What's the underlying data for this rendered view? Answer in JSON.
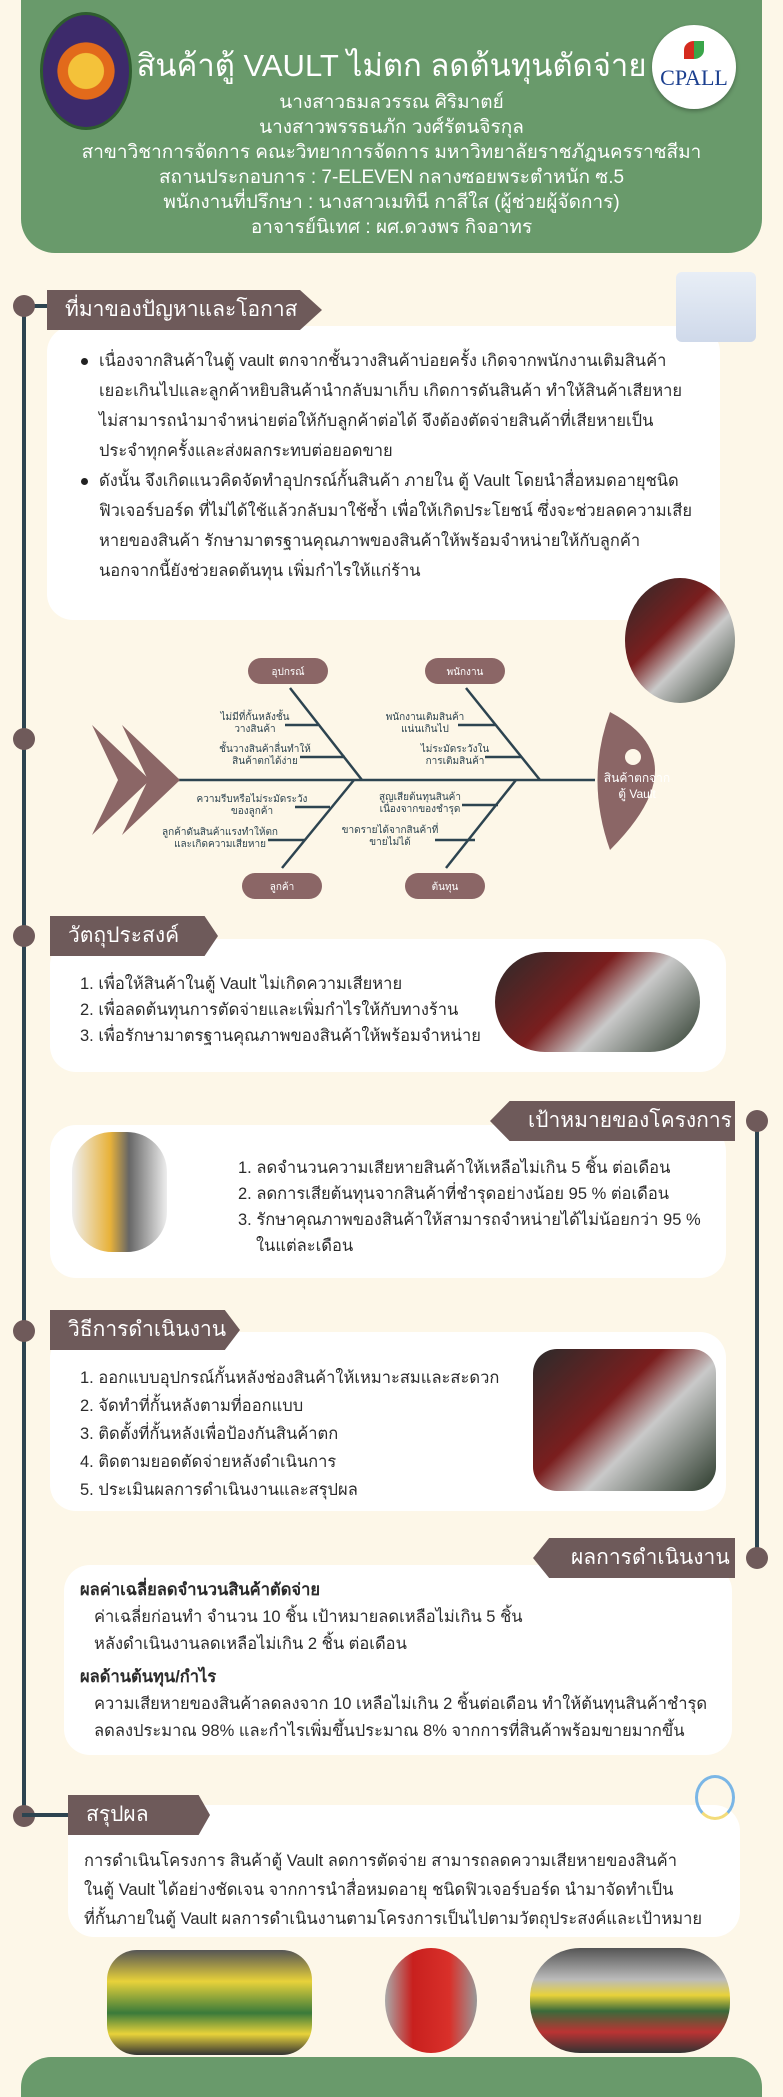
{
  "header": {
    "title": "สินค้าตู้ VAULT ไม่ตก ลดต้นทุนตัดจ่าย",
    "lines": [
      "นางสาวธมลวรรณ ศิริมาตย์",
      "นางสาวพรรธนภัก วงศ์รัตนจิรกุล",
      "สาขาวิชาการจัดการ คณะวิทยาการจัดการ มหาวิทยาลัยราชภัฏนครราชสีมา",
      "สถานประกอบการ : 7-ELEVEN กลางซอยพระตำหนัก ซ.5",
      "พนักงานที่ปรึกษา : นางสาวเมทินี กาสีใส (ผู้ช่วยผู้จัดการ)",
      "อาจารย์นิเทศ : ผศ.ดวงพร กิจอาทร"
    ],
    "right_logo": "CPALL"
  },
  "background": {
    "title": "ที่มาของปัญหาและโอกาส",
    "bullets": [
      "เนื่องจากสินค้าในตู้ vault ตกจากชั้นวางสินค้าบ่อยครั้ง เกิดจากพนักงานเติมสินค้าเยอะเกินไปและลูกค้าหยิบสินค้านำกลับมาเก็บ เกิดการดันสินค้า ทำให้สินค้าเสียหายไม่สามารถนำมาจำหน่ายต่อให้กับลูกค้าต่อได้ จึงต้องตัดจ่ายสินค้าที่เสียหายเป็นประจำทุกครั้งและส่งผลกระทบต่อยอดขาย",
      "ดังนั้น จึงเกิดแนวคิดจัดทำอุปกรณ์กั้นสินค้า ภายใน ตู้ Vault โดยนำสื่อหมดอายุชนิดฟิวเจอร์บอร์ด ที่ไม่ได้ใช้แล้วกลับมาใช้ซ้ำ เพื่อให้เกิดประโยชน์ ซึ่งจะช่วยลดความเสียหายของสินค้า รักษามาตรฐานคุณภาพของสินค้าให้พร้อมจำหน่ายให้กับลูกค้า นอกจากนี้ยังช่วยลดต้นทุน เพิ่มกำไรให้แก่ร้าน"
    ]
  },
  "fishbone": {
    "head": [
      "สินค้าตกจาก",
      "ตู้ Vault"
    ],
    "categories": [
      "อุปกรณ์",
      "พนักงาน",
      "ลูกค้า",
      "ต้นทุน"
    ],
    "causes": {
      "equipment": [
        [
          "ไม่มีที่กั้นหลังชั้น",
          "วางสินค้า"
        ],
        [
          "ชั้นวางสินค้าลื่นทำให้",
          "สินค้าตกได้ง่าย"
        ]
      ],
      "staff": [
        [
          "พนักงานเติมสินค้า",
          "แน่นเกินไป"
        ],
        [
          "ไม่ระมัดระวังใน",
          "การเติมสินค้า"
        ]
      ],
      "customer": [
        [
          "ความรีบหรือไม่ระมัดระวัง",
          "ของลูกค้า"
        ],
        [
          "ลูกค้าดันสินค้าแรงทำให้ตก",
          "และเกิดความเสียหาย"
        ]
      ],
      "cost": [
        [
          "สูญเสียต้นทุนสินค้า",
          "เนื่องจากของชำรุด"
        ],
        [
          "ขาดรายได้จากสินค้าที่",
          "ขายไม่ได้"
        ]
      ]
    }
  },
  "objectives": {
    "title": "วัตถุประสงค์",
    "items": [
      "1. เพื่อให้สินค้าในตู้ Vault ไม่เกิดความเสียหาย",
      "2. เพื่อลดต้นทุนการตัดจ่ายและเพิ่มกำไรให้กับทางร้าน",
      "3. เพื่อรักษามาตรฐานคุณภาพของสินค้าให้พร้อมจำหน่าย"
    ]
  },
  "goals": {
    "title": "เป้าหมายของโครงการ",
    "items": [
      "1. ลดจำนวนความเสียหายสินค้าให้เหลือไม่เกิน 5 ชิ้น ต่อเดือน",
      "2. ลดการเสียต้นทุนจากสินค้าที่ชำรุดอย่างน้อย 95 % ต่อเดือน",
      "3. รักษาคุณภาพของสินค้าให้สามารถจำหน่ายได้ไม่น้อยกว่า 95 %",
      "ในแต่ละเดือน"
    ]
  },
  "methods": {
    "title": "วิธีการดำเนินงาน",
    "items": [
      "1. ออกแบบอุปกรณ์กั้นหลังช่องสินค้าให้เหมาะสมและสะดวก",
      "2. จัดทำที่กั้นหลังตามที่ออกแบบ",
      "3. ติดตั้งที่กั้นหลังเพื่อป้องกันสินค้าตก",
      "4. ติดตามยอดตัดจ่ายหลังดำเนินการ",
      "5. ประเมินผลการดำเนินงานและสรุปผล"
    ]
  },
  "results": {
    "title": "ผลการดำเนินงาน",
    "h1": "ผลค่าเฉลี่ยลดจำนวนสินค้าตัดจ่าย",
    "p1": [
      "ค่าเฉลี่ยก่อนทำ จำนวน 10 ชิ้น เป้าหมายลดเหลือไม่เกิน 5 ชิ้น",
      "หลังดำเนินงานลดเหลือไม่เกิน 2 ชิ้น ต่อเดือน"
    ],
    "h2": "ผลด้านต้นทุน/กำไร",
    "p2": [
      "ความเสียหายของสินค้าลดลงจาก 10 เหลือไม่เกิน 2 ชิ้นต่อเดือน ทำให้ต้นทุนสินค้าชำรุด",
      "ลดลงประมาณ 98% และกำไรเพิ่มขึ้นประมาณ 8% จากการที่สินค้าพร้อมขายมากขึ้น"
    ]
  },
  "summary": {
    "title": "สรุปผล",
    "lines": [
      "การดำเนินโครงการ สินค้าตู้ Vault ลดการตัดจ่าย สามารถลดความเสียหายของสินค้า",
      "ในตู้ Vault ได้อย่างชัดเจน จากการนำสื่อหมดอายุ ชนิดฟิวเจอร์บอร์ด นำมาจัดทำเป็น",
      "ที่กั้นภายในตู้ Vault  ผลการดำเนินงานตามโครงการเป็นไปตามวัตถุประสงค์และเป้าหมาย"
    ]
  }
}
